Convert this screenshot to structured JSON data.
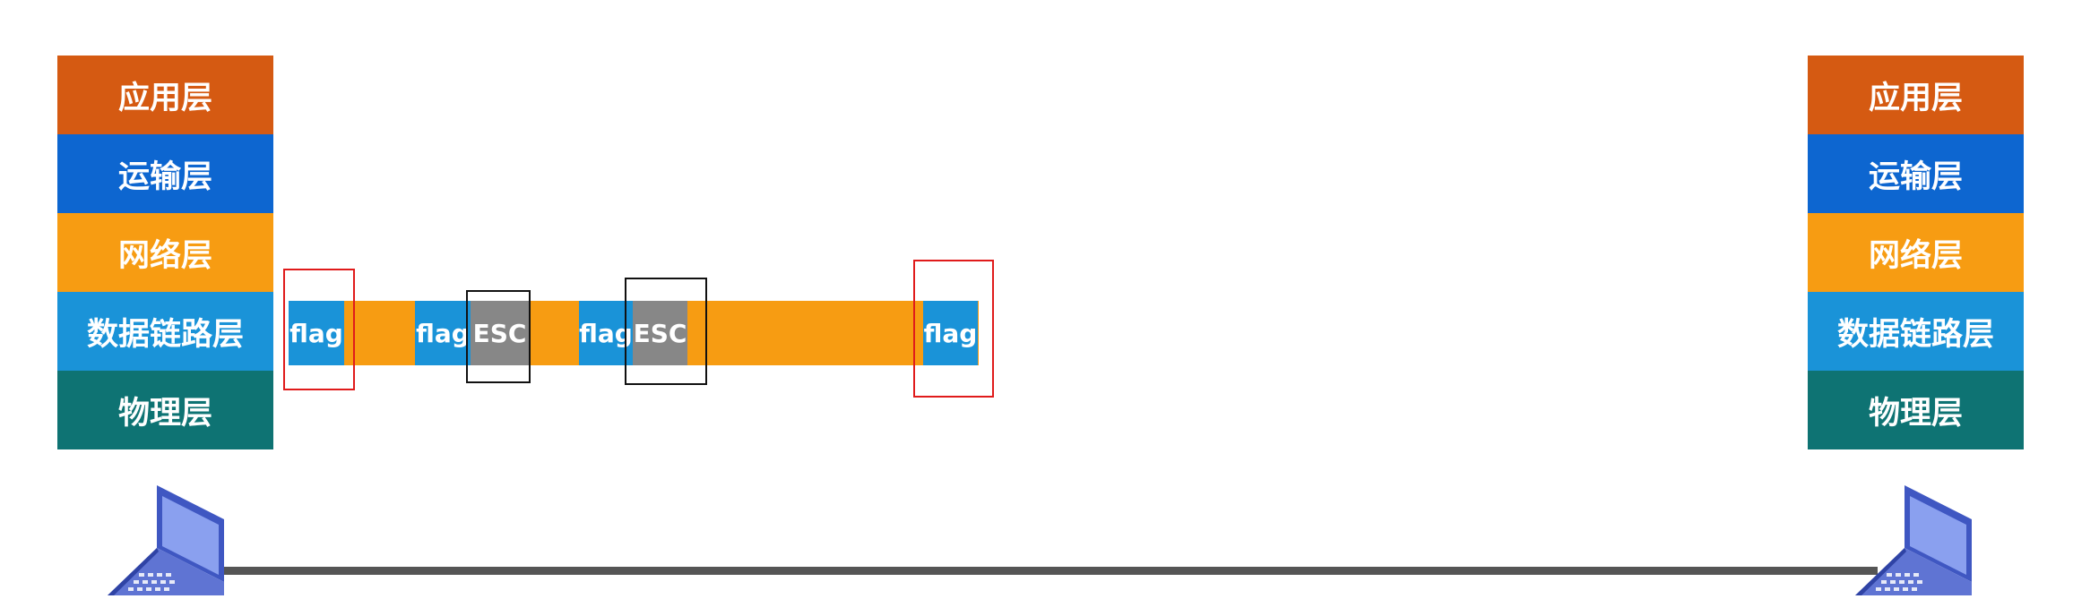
{
  "colors": {
    "application": "#d55a12",
    "transport": "#0d66d0",
    "network": "#f79c12",
    "datalink": "#1a93d8",
    "physical": "#0e7373",
    "frame_payload": "#f79c12",
    "flag_block": "#1a93d8",
    "esc_block": "#878787",
    "highlight_red": "#e01b1b",
    "highlight_black": "#111111",
    "link_line": "#555555"
  },
  "left_stack": {
    "application": "应用层",
    "transport": "运输层",
    "network": "网络层",
    "datalink": "数据链路层",
    "physical": "物理层"
  },
  "right_stack": {
    "application": "应用层",
    "transport": "运输层",
    "network": "网络层",
    "datalink": "数据链路层",
    "physical": "物理层"
  },
  "frame": {
    "start_flag": "flag",
    "data_flag_1": "flag",
    "esc_1": "ESC",
    "data_flag_2": "flag",
    "esc_2": "ESC",
    "end_flag": "flag"
  },
  "icons": {
    "left_host": "laptop-icon",
    "right_host": "laptop-icon"
  }
}
